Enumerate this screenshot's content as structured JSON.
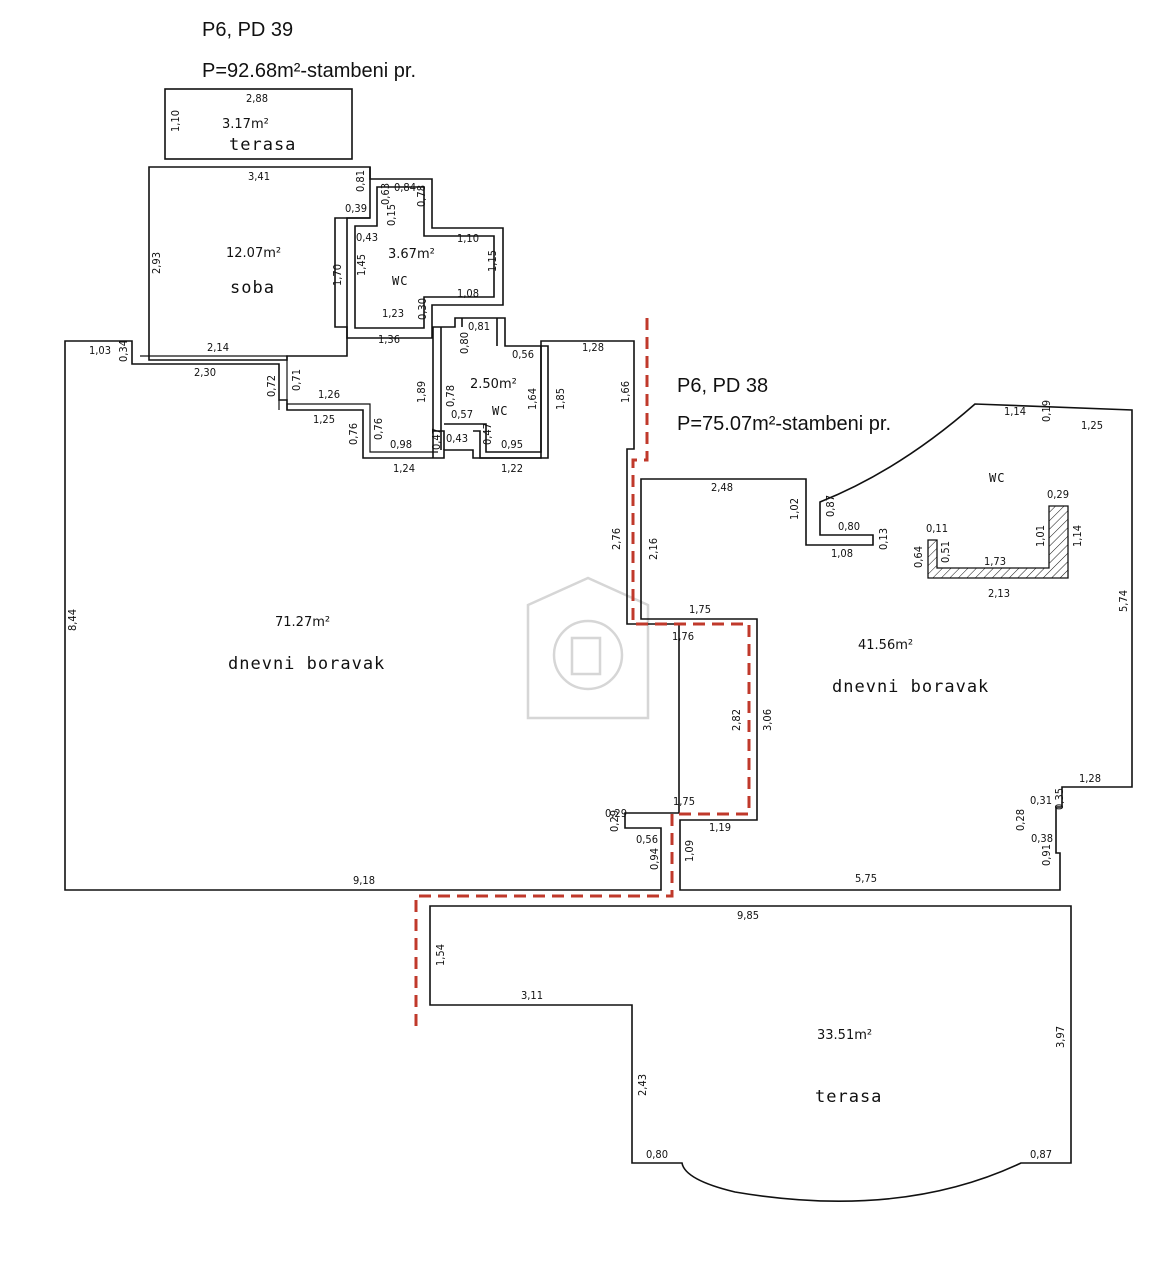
{
  "units": [
    {
      "unit": "P6, PD 39",
      "area": "P=92.68m²-stambeni pr."
    },
    {
      "unit": "P6, PD 38",
      "area": "P=75.07m²-stambeni pr."
    }
  ],
  "rooms": {
    "terasa_top": {
      "area": "3.17m²",
      "label": "terasa"
    },
    "soba": {
      "area": "12.07m²",
      "label": "soba"
    },
    "wc1": {
      "area": "3.67m²",
      "label": "WC"
    },
    "wc2": {
      "area": "2.50m²",
      "label": "WC"
    },
    "dnevni_left": {
      "area": "71.27m²",
      "label": "dnevni boravak"
    },
    "wc3": {
      "label": "WC"
    },
    "dnevni_right": {
      "area": "41.56m²",
      "label": "dnevni boravak"
    },
    "terasa_bottom": {
      "area": "33.51m²",
      "label": "terasa"
    }
  },
  "dims": {
    "t_288": "2,88",
    "t_110": "1,10",
    "s_341": "3,41",
    "s_081": "0,81",
    "s_039": "0,39",
    "s_293": "2,93",
    "s_170": "1,70",
    "w_084": "0,84",
    "w_063": "0,63",
    "w_078": "0,78",
    "w_015": "0,15",
    "w_043": "0,43",
    "w_110": "1,10",
    "w_145": "1,45",
    "w_115": "1,15",
    "w_108": "1,08",
    "w_123": "1,23",
    "w_030": "0,30",
    "w_136": "1,36",
    "l_103": "1,03",
    "l_034": "0,34",
    "l_214": "2,14",
    "l_230": "2,30",
    "l_072": "0,72",
    "l_071": "0,71",
    "l_126": "1,26",
    "l_125": "1,25",
    "l_076a": "0,76",
    "l_076b": "0,76",
    "l_098": "0,98",
    "l_124": "1,24",
    "v_081": "0,81",
    "v_080": "0,80",
    "v_056": "0,56",
    "v_078": "0,78",
    "v_057": "0,57",
    "v_164": "1,64",
    "v_189": "1,89",
    "v_047a": "0,47",
    "v_043": "0,43",
    "v_047b": "0,47",
    "v_095": "0,95",
    "v_122": "1,22",
    "v_185": "1,85",
    "v_128": "1,28",
    "v_166": "1,66",
    "l_844": "8,44",
    "l_276": "2,76",
    "l_029": "0,29",
    "l_056": "0,56",
    "l_094": "0,94",
    "l_918": "9,18",
    "r_114": "1,14",
    "r_019": "0,19",
    "r_125": "1,25",
    "r_248": "2,48",
    "r_102": "1,02",
    "r_087": "0,87",
    "r_080": "0,80",
    "r_013": "0,13",
    "r_108": "1,08",
    "r_216": "2,16",
    "r_029": "0,29",
    "r_011": "0,11",
    "r_064": "0,64",
    "r_051": "0,51",
    "r_173": "1,73",
    "r_101": "1,01",
    "r_114b": "1,14",
    "r_213": "2,13",
    "r_574": "5,74",
    "r_175": "1,75",
    "r_176": "1,76",
    "r_282": "2,82",
    "r_306": "3,06",
    "r_175b": "1,75",
    "r_119": "1,19",
    "r_109": "1,09",
    "r_575": "5,75",
    "r_128": "1,28",
    "r_031": "0,31",
    "r_035": "0,35",
    "r_028": "0,28",
    "r_038": "0,38",
    "r_091": "0,91",
    "b_985": "9,85",
    "b_154": "1,54",
    "b_311": "3,11",
    "b_243": "2,43",
    "b_397": "3,97",
    "b_080": "0,80",
    "b_087": "0,87"
  }
}
